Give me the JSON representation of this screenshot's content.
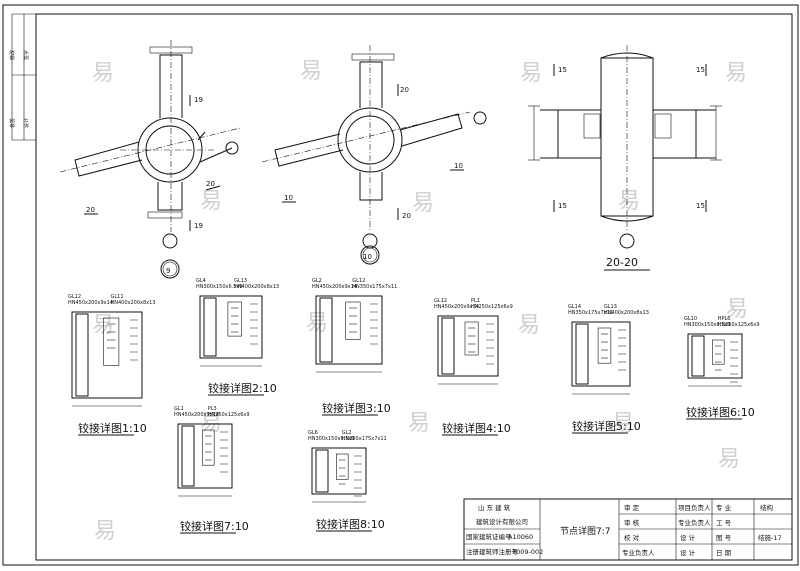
{
  "drawing": {
    "caption_9_10": "9",
    "caption_10": "10",
    "caption_2020": "20-20",
    "section_marks": {
      "s19a": "19",
      "s19b": "19",
      "s20a": "20",
      "s20b": "20",
      "s20c": "20",
      "s20d": "20",
      "s10a": "10",
      "s10b": "10",
      "s15a": "15",
      "s15b": "15",
      "s15c": "15",
      "s15d": "15"
    },
    "details": [
      {
        "id": "d1",
        "title": "铰接详图1:10",
        "labels": [
          "GL12",
          "HN450x200x9x14",
          "GL11",
          "HN400x200x8x13"
        ]
      },
      {
        "id": "d2",
        "title": "铰接详图2:10",
        "labels": [
          "GL4",
          "HN300x150x6.5x9",
          "GL13",
          "HN400x200x8x13"
        ]
      },
      {
        "id": "d3",
        "title": "铰接详图3:10",
        "labels": [
          "GL2",
          "HN450x200x9x14",
          "GL12",
          "HN350x175x7x11"
        ]
      },
      {
        "id": "d4",
        "title": "铰接详图4:10",
        "labels": [
          "GL12",
          "HN450x200x9x14",
          "PL1",
          "HN250x125x6x9"
        ]
      },
      {
        "id": "d5",
        "title": "铰接详图5:10",
        "labels": [
          "GL14",
          "HN350x175x7x11",
          "GL13",
          "HN400x200x8x13"
        ]
      },
      {
        "id": "d6",
        "title": "铰接详图6:10",
        "labels": [
          "GL10",
          "HN300x150x6.5x9",
          "HPL6",
          "HN250x125x6x9"
        ]
      },
      {
        "id": "d7",
        "title": "铰接详图7:10",
        "labels": [
          "GL1",
          "HN450x200x9x14",
          "PL3",
          "HN250x125x6x9"
        ]
      },
      {
        "id": "d8",
        "title": "铰接详图8:10",
        "labels": [
          "GL6",
          "HN300x150x6.5x9",
          "GL2",
          "HN350x175x7x11"
        ]
      }
    ]
  },
  "side_strip": {
    "labels": [
      "修改",
      "签字",
      "会签",
      "设计"
    ]
  },
  "title_block": {
    "company_line1": "山 东 建 筑",
    "company_line2": "建筑设计有限公司",
    "cert_label": "国家建筑证编号",
    "cert_value": "A10060",
    "license_label": "注册建筑师注册号",
    "license_value": "3009-002",
    "drawing_name": "节点详图7:7",
    "roles_left": [
      "审 定",
      "审 核",
      "校 对",
      "专业负责人"
    ],
    "roles_mid": [
      "项目负责人",
      "专业负责人",
      "设 计",
      "设 计"
    ],
    "fields_right": [
      "专 业",
      "工 号",
      "图 号",
      "日 期"
    ],
    "values_right": [
      "结构",
      "",
      "结施-17",
      ""
    ]
  },
  "watermark": "易"
}
